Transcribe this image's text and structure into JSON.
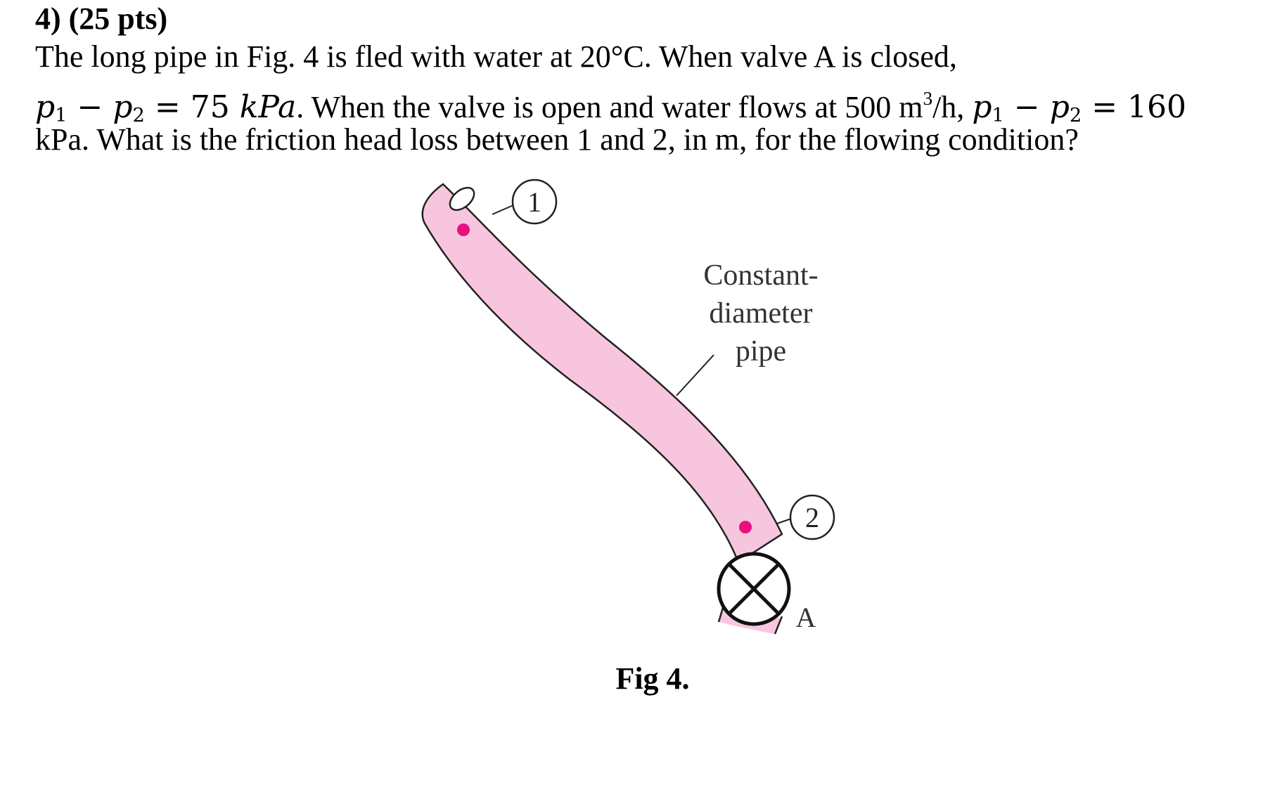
{
  "problem": {
    "heading": "4)  (25 pts)",
    "line1": "The long pipe in Fig. 4 is fled with water at 20°C. When valve A is closed,",
    "line2_p1": "p",
    "line2_sub1": "1",
    "line2_minus": " − ",
    "line2_p2": "p",
    "line2_sub2": "2",
    "line2_eq": " = 75 ",
    "line2_unit": "kPa",
    "line2_text": ". When the valve is open and water flows at 500 m",
    "line2_sup": "3",
    "line2_text2": "/h, ",
    "line2_p1b": "p",
    "line2_sub1b": "1",
    "line2_minusb": " − ",
    "line2_p2b": "p",
    "line2_sub2b": "2",
    "line2_eqb": " = 160",
    "line3": "kPa. What is the friction head loss between 1 and 2, in m, for the flowing condition?"
  },
  "figure": {
    "point1_label": "1",
    "point2_label": "2",
    "valve_label": "A",
    "pipe_label_line1": "Constant-",
    "pipe_label_line2": "diameter",
    "pipe_label_line3": "pipe",
    "caption": "Fig 4.",
    "pipe_color": "#f7c6de",
    "point_color": "#e8107a"
  }
}
